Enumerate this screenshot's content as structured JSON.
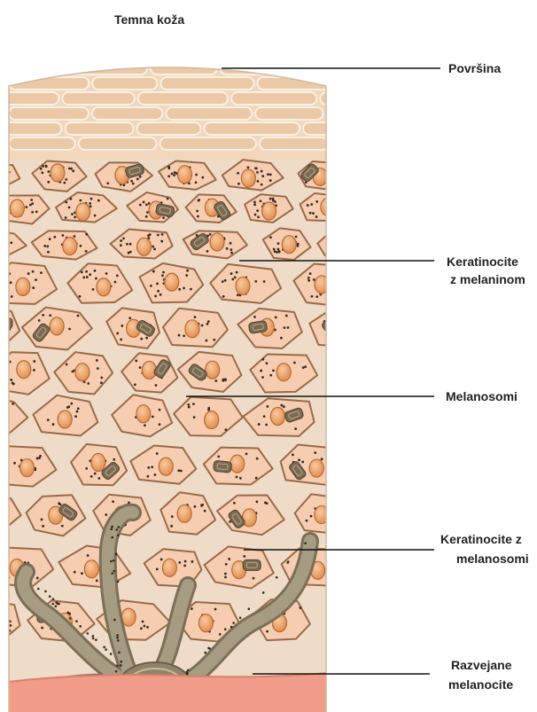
{
  "title": "Temna koža",
  "labels": {
    "surface": "Površina",
    "keratinocytes_melanin_line1": "Keratinocite",
    "keratinocytes_melanin_line2": "z melaninom",
    "melanosomes": "Melanosomi",
    "keratinocytes_melanosomes_line1": "Keratinocite z",
    "keratinocytes_melanosomes_line2": "melanosomi",
    "melanocytes_line1": "Razvejane",
    "melanocytes_line2": "melanocite"
  },
  "colors": {
    "cell_fill": "#f6cdb0",
    "cell_border": "#9a6a47",
    "stratum_corneum": "#ecc9a8",
    "nucleus": "#e99a5e",
    "melanosome": "#7b6a52",
    "melanocyte": "#8f846b",
    "dermis": "#f09c88"
  }
}
